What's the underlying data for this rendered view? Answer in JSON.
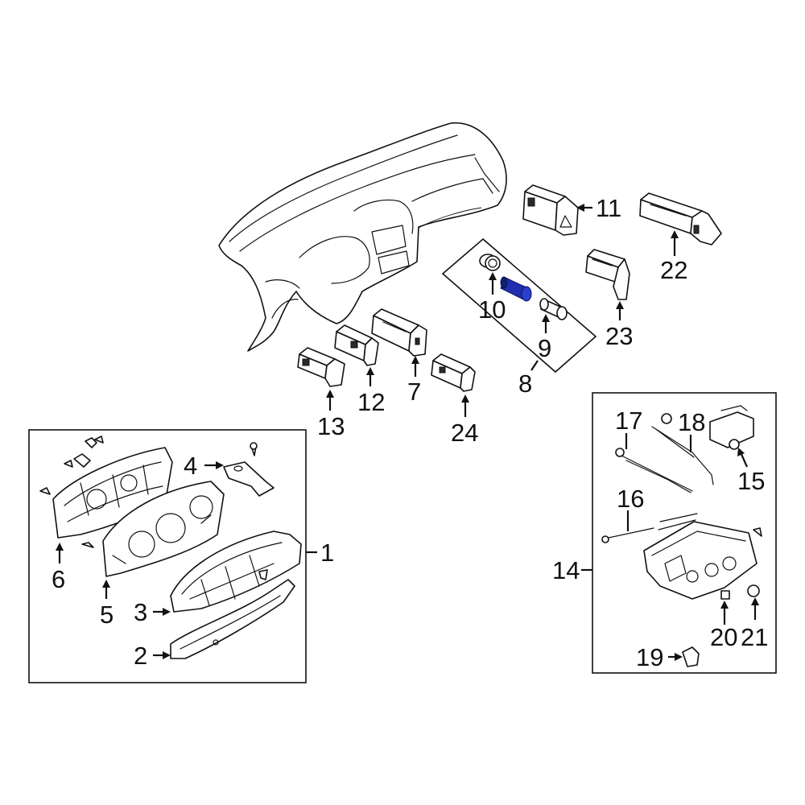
{
  "diagram": {
    "highlight_color": "#1f2fb0",
    "callouts": {
      "c1": "1",
      "c2": "2",
      "c3": "3",
      "c4": "4",
      "c5": "5",
      "c6": "6",
      "c7": "7",
      "c8": "8",
      "c9": "9",
      "c10": "10",
      "c11": "11",
      "c12": "12",
      "c13": "13",
      "c14": "14",
      "c15": "15",
      "c16": "16",
      "c17": "17",
      "c18": "18",
      "c19": "19",
      "c20": "20",
      "c21": "21",
      "c22": "22",
      "c23": "23",
      "c24": "24"
    }
  }
}
